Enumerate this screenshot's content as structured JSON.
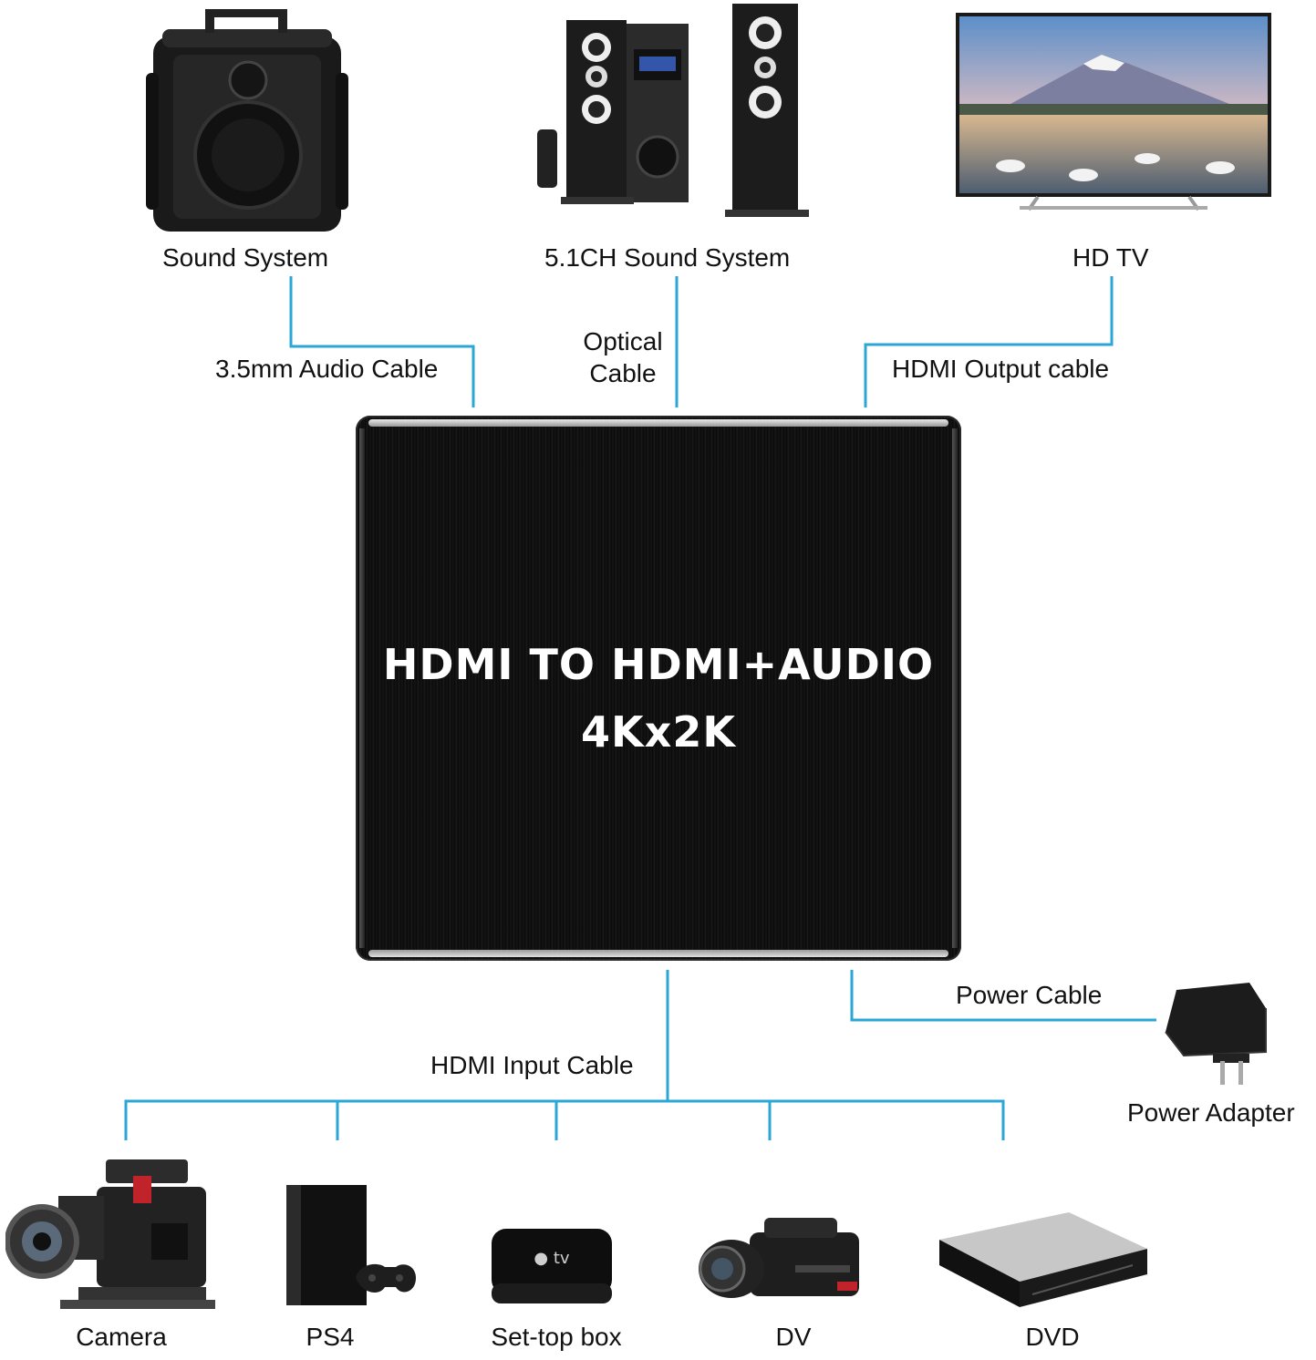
{
  "outputs": {
    "sound_system": "Sound System",
    "surround_system": "5.1CH Sound System",
    "hd_tv": "HD TV"
  },
  "cables": {
    "audio_35mm": "3.5mm Audio Cable",
    "optical_line1": "Optical",
    "optical_line2": "Cable",
    "hdmi_output": "HDMI Output cable",
    "power": "Power Cable",
    "hdmi_input": "HDMI Input Cable"
  },
  "device": {
    "line1": "HDMI TO HDMI+AUDIO",
    "line2": "4Kx2K"
  },
  "power_adapter": "Power Adapter",
  "inputs": [
    "Camera",
    "PS4",
    "Set-top box",
    "DV",
    "DVD"
  ],
  "colors": {
    "connector_line": "#2aa7d6",
    "device_body": "#0d0d0d"
  }
}
